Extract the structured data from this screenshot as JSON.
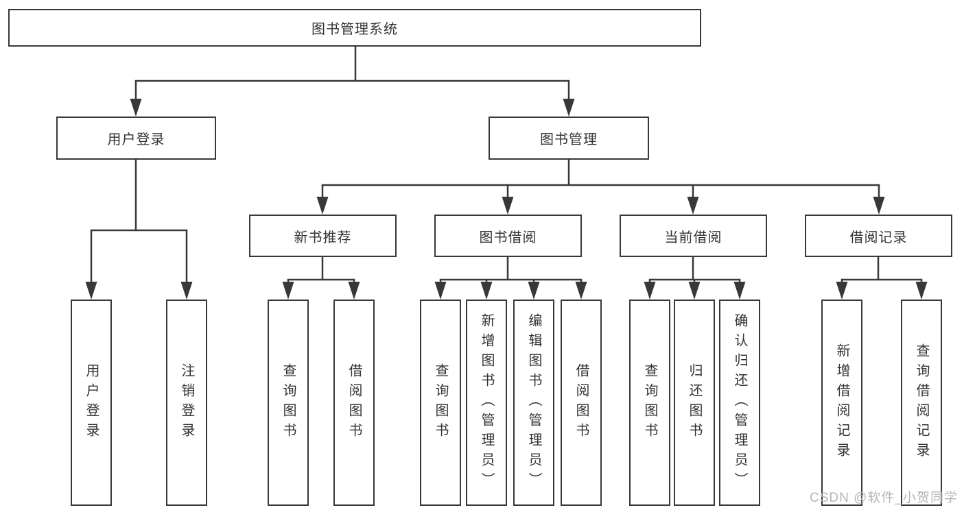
{
  "diagram": {
    "root": {
      "label": "图书管理系统"
    },
    "level2": [
      {
        "id": "user-login",
        "label": "用户登录"
      },
      {
        "id": "book-management",
        "label": "图书管理"
      }
    ],
    "level3": [
      {
        "id": "new-book-recommendation",
        "label": "新书推荐",
        "parent": "图书管理"
      },
      {
        "id": "book-borrowing",
        "label": "图书借阅",
        "parent": "图书管理"
      },
      {
        "id": "current-borrowing",
        "label": "当前借阅",
        "parent": "图书管理"
      },
      {
        "id": "borrowing-records",
        "label": "借阅记录",
        "parent": "图书管理"
      }
    ],
    "leaves": [
      {
        "label": "用户登录",
        "parent": "用户登录"
      },
      {
        "label": "注销登录",
        "parent": "用户登录"
      },
      {
        "label": "查询图书",
        "parent": "新书推荐"
      },
      {
        "label": "借阅图书",
        "parent": "新书推荐"
      },
      {
        "label": "查询图书",
        "parent": "图书借阅"
      },
      {
        "label": "新增图书（管理员）",
        "parent": "图书借阅"
      },
      {
        "label": "编辑图书（管理员）",
        "parent": "图书借阅"
      },
      {
        "label": "借阅图书",
        "parent": "图书借阅"
      },
      {
        "label": "查询图书",
        "parent": "当前借阅"
      },
      {
        "label": "归还图书",
        "parent": "当前借阅"
      },
      {
        "label": "确认归还（管理员）",
        "parent": "当前借阅"
      },
      {
        "label": "新增借阅记录",
        "parent": "借阅记录"
      },
      {
        "label": "查询借阅记录",
        "parent": "借阅记录"
      }
    ],
    "colors": {
      "line": "#383838",
      "box_border": "#383838",
      "box_fill": "#ffffff",
      "text": "#333333",
      "watermark": "#b5b5b5"
    }
  },
  "watermark": {
    "text": "CSDN @软件_小贺同学"
  }
}
